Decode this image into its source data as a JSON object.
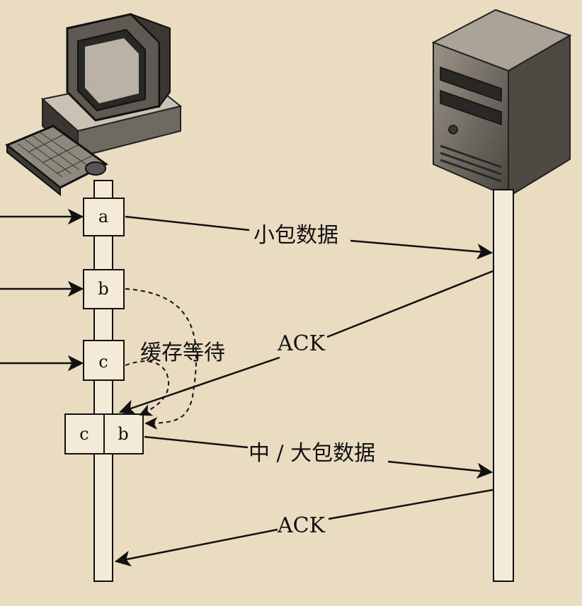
{
  "diagram": {
    "packets": {
      "a": "a",
      "b": "b",
      "c": "c",
      "merged_left": "c",
      "merged_right": "b"
    },
    "messages": {
      "small_packet": "小包数据",
      "buffer_wait": "缓存等待",
      "ack_1": "ACK",
      "medium_large_packet": "中 / 大包数据",
      "ack_2": "ACK"
    },
    "icons": {
      "client": "desktop-computer-icon",
      "server": "tower-server-icon"
    },
    "colors": {
      "background": "#eadcc1",
      "line": "#111111",
      "box_fill": "#f3ead7"
    }
  }
}
